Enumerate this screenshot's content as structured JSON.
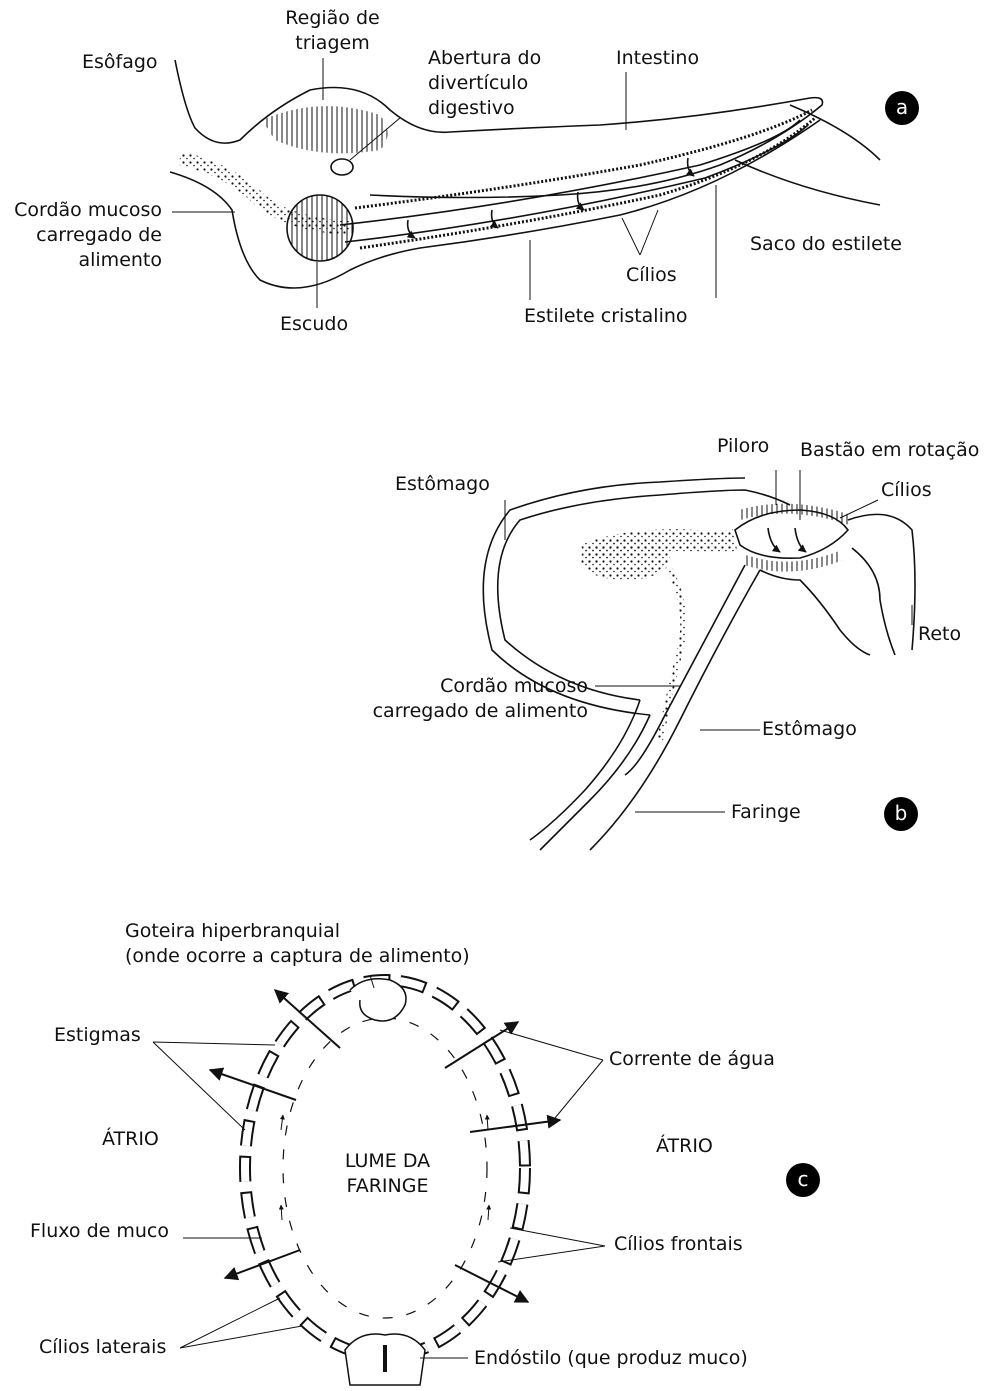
{
  "panel_a": {
    "badge": "a",
    "esofago": "Esôfago",
    "regiao_triagem": "Região de\ntriagem",
    "abertura_diverticulo": "Abertura do\ndivertículo\ndigestivo",
    "intestino": "Intestino",
    "cordao_mucoso": "Cordão mucoso\ncarregado de\nalimento",
    "saco_estilete": "Saco do estilete",
    "cilios": "Cílios",
    "escudo": "Escudo",
    "estilete_cristalino": "Estilete cristalino"
  },
  "panel_b": {
    "badge": "b",
    "piloro": "Piloro",
    "bastao_rotacao": "Bastão em rotação",
    "estomago_top": "Estômago",
    "cilios": "Cílios",
    "reto": "Reto",
    "cordao_mucoso": "Cordão mucoso\ncarregado de alimento",
    "estomago_bottom": "Estômago",
    "faringe": "Faringe"
  },
  "panel_c": {
    "badge": "c",
    "goteira": "Goteira hiperbranquial\n(onde ocorre a captura de alimento)",
    "estigmas": "Estigmas",
    "corrente_agua": "Corrente de água",
    "atrio_left": "ÁTRIO",
    "atrio_right": "ÁTRIO",
    "lume_faringe": "LUME DA\nFARINGE",
    "fluxo_muco": "Fluxo de muco",
    "cilios_frontais": "Cílios frontais",
    "cilios_laterais": "Cílios laterais",
    "endostilo": "Endóstilo (que produz muco)"
  }
}
